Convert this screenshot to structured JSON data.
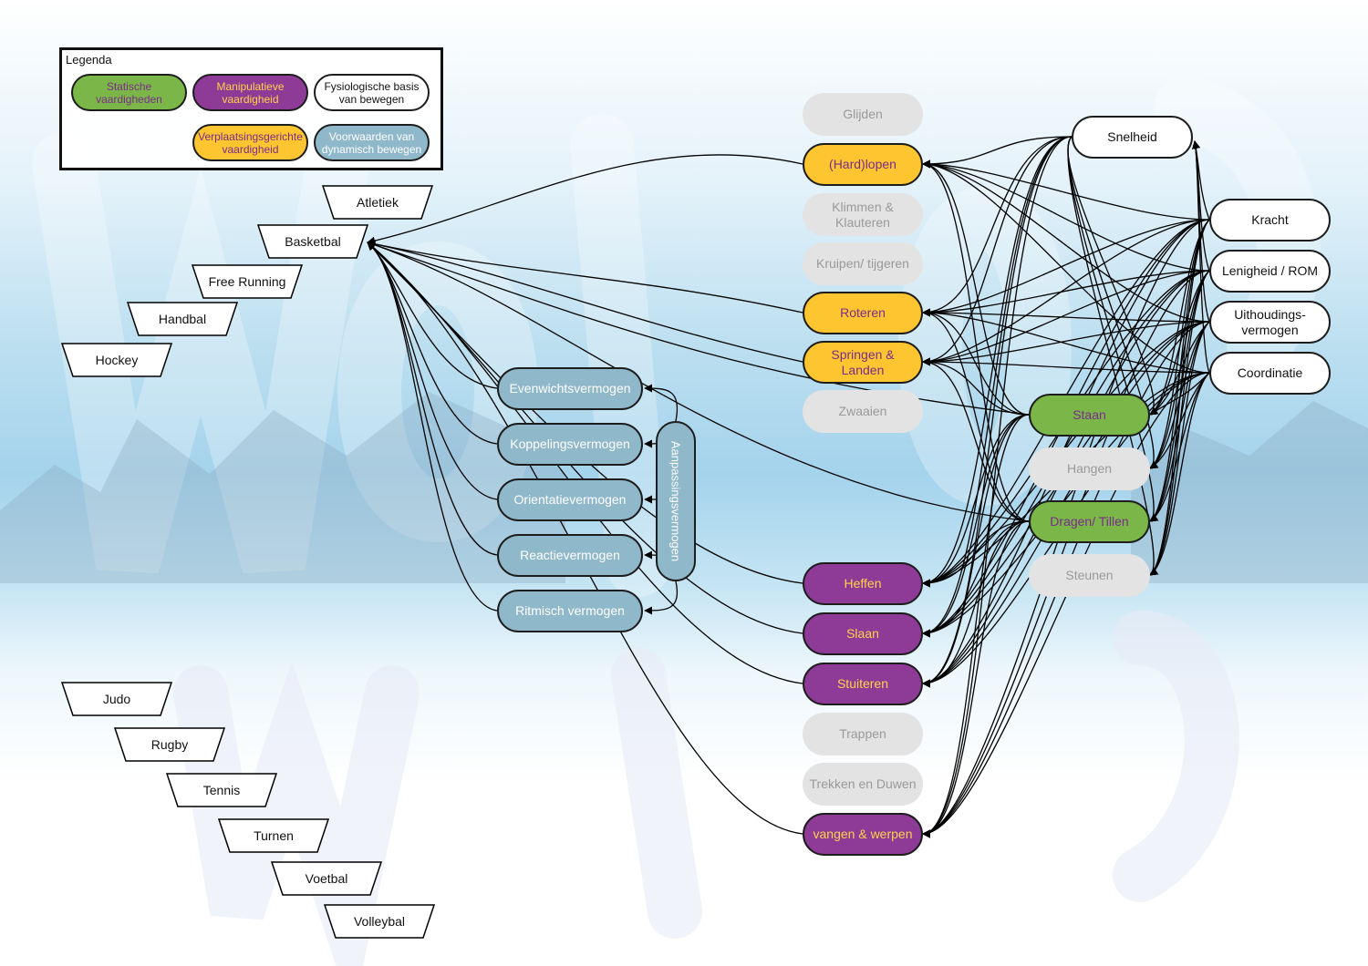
{
  "legend": {
    "title": "Legenda",
    "items": [
      {
        "key": "statisch",
        "label": "Statische vaardigheden",
        "color": "#7ab648"
      },
      {
        "key": "manipulatief",
        "label": "Manipulatieve vaardigheid",
        "color": "#8e3a97"
      },
      {
        "key": "fysiologisch",
        "label": "Fysiologische basis van bewegen",
        "color": "#ffffff"
      },
      {
        "key": "verplaatsing",
        "label": "Verplaatsingsgerichte vaardigheid",
        "color": "#fdc52f"
      },
      {
        "key": "voorwaarden",
        "label": "Voorwaarden van dynamisch bewegen",
        "color": "#8fb8ca"
      }
    ]
  },
  "sports": [
    "Atletiek",
    "Basketbal",
    "Free Running",
    "Handbal",
    "Hockey",
    "Judo",
    "Rugby",
    "Tennis",
    "Turnen",
    "Voetbal",
    "Volleybal"
  ],
  "conditions": [
    "Evenwichtsvermogen",
    "Koppelingsvermogen",
    "Orientatievermogen",
    "Reactievermogen",
    "Ritmisch vermogen"
  ],
  "adaptation_label": "Aanpassingsvermogen",
  "locomotor_skills": [
    {
      "label": "Glijden",
      "active": false
    },
    {
      "label": "(Hard)lopen",
      "active": true
    },
    {
      "label": "Klimmen & Klauteren",
      "active": false
    },
    {
      "label": "Kruipen/ tijgeren",
      "active": false
    },
    {
      "label": "Roteren",
      "active": true
    },
    {
      "label": "Springen & Landen",
      "active": true
    },
    {
      "label": "Zwaaien",
      "active": false
    }
  ],
  "manipulative_skills": [
    {
      "label": "Heffen",
      "active": true
    },
    {
      "label": "Slaan",
      "active": true
    },
    {
      "label": "Stuiteren",
      "active": true
    },
    {
      "label": "Trappen",
      "active": false
    },
    {
      "label": "Trekken en Duwen",
      "active": false
    },
    {
      "label": "vangen & werpen",
      "active": true
    }
  ],
  "static_skills": [
    {
      "label": "Staan",
      "active": true
    },
    {
      "label": "Hangen",
      "active": false
    },
    {
      "label": "Dragen/ Tillen",
      "active": true
    },
    {
      "label": "Steunen",
      "active": false
    }
  ],
  "physiological": [
    "Snelheid",
    "Kracht",
    "Lenigheid / ROM",
    "Uithoudings- vermogen",
    "Coordinatie"
  ]
}
